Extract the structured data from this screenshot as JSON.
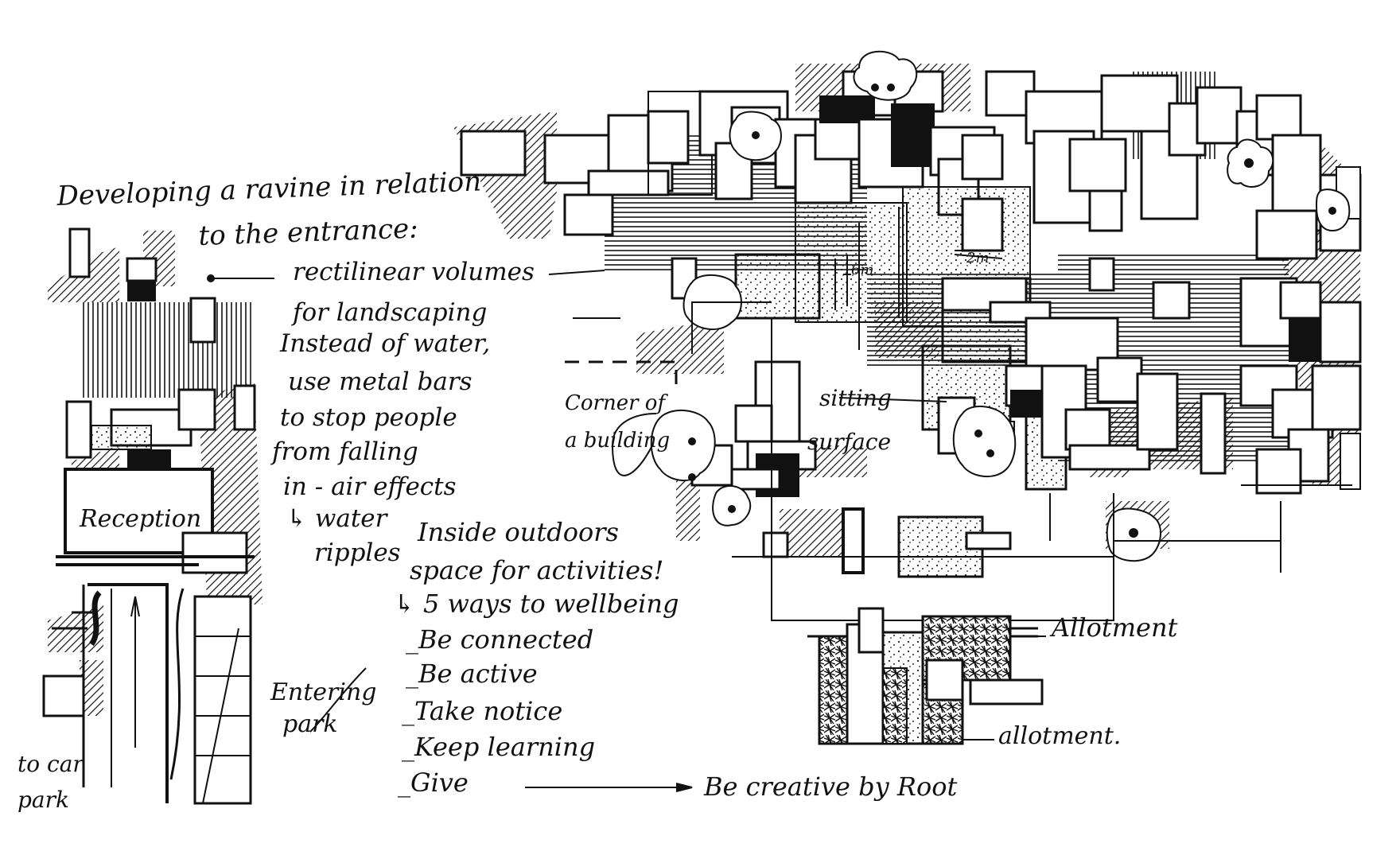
{
  "annotations": {
    "heading_line1": "Developing a ravine in relation",
    "heading_line2": "to the entrance:",
    "notes": [
      "rectilinear volumes",
      "for landscaping",
      "Instead of water,",
      "use metal bars",
      "to stop people",
      "from falling",
      "in - air effects",
      "↳ water",
      "ripples"
    ],
    "reception": "Reception",
    "entering_park": [
      "Entering",
      "park"
    ],
    "to_car_park": [
      "to car",
      "park"
    ],
    "corner_of_a_building": [
      "Corner of",
      "a building"
    ],
    "sitting_surface": [
      "sitting",
      "surface"
    ],
    "dimension_6m": "6m",
    "dimension_2m": "2m",
    "allotment_1": "Allotment",
    "allotment_2": "allotment.",
    "outdoors_heading": [
      "Inside outdoors",
      "space for activities!"
    ],
    "wellbeing_heading": "↳ 5 ways to wellbeing",
    "wellbeing_items": [
      "_Be connected",
      "_Be active",
      "_Take notice",
      "_Keep learning",
      "_Give"
    ],
    "be_creative": "Be creative by Root"
  },
  "colors": {
    "ink": "#111111",
    "paper": "#ffffff",
    "stipple": "#222222"
  }
}
